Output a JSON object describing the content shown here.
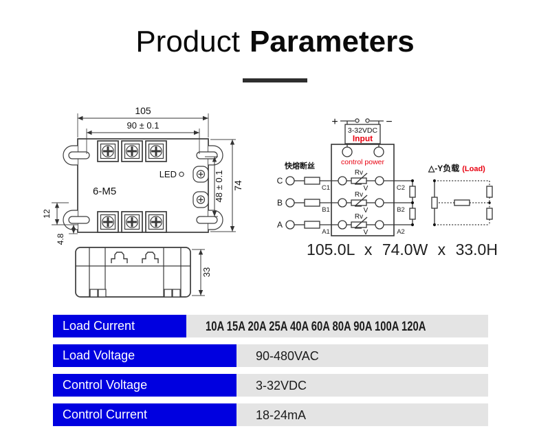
{
  "title": {
    "word1": "Product",
    "word2": "Parameters"
  },
  "colors": {
    "accent_blue": "#0000e0",
    "cell_gray": "#e4e4e4",
    "red": "#e8000f",
    "line": "#333333"
  },
  "top_view": {
    "dim_outer_width": "105",
    "dim_inner_width": "90 ± 0.1",
    "dim_inner_height": "48 ± 0.1",
    "dim_outer_height": "74",
    "dim_left_upper": "12",
    "dim_left_lower": "4.8",
    "screw_label": "6-M5",
    "led_label": "LED"
  },
  "side_view": {
    "dim_height": "33"
  },
  "wiring": {
    "plus": "+",
    "minus": "−",
    "input_line1": "3-32VDC",
    "input_line2": "Input",
    "control_power": "control power",
    "fuse_label": "快熔断丝",
    "load_label": "△-Y负载",
    "load_label_red": "(Load)",
    "varistor_top": "Rv",
    "varistor_bottom": "V",
    "size_text": "105.0L x 74.0W x 33.0H",
    "phases": [
      {
        "letter": "C",
        "in": "C1",
        "out": "C2"
      },
      {
        "letter": "B",
        "in": "B1",
        "out": "B2"
      },
      {
        "letter": "A",
        "in": "A1",
        "out": "A2"
      }
    ]
  },
  "spec_table": {
    "rows": [
      {
        "label": "Load Current",
        "value": "10A 15A 20A 25A 40A 60A 80A 90A 100A 120A"
      },
      {
        "label": "Load Voltage",
        "value": "90-480VAC"
      },
      {
        "label": "Control Voltage",
        "value": "3-32VDC"
      },
      {
        "label": "Control Current",
        "value": "18-24mA"
      }
    ]
  }
}
